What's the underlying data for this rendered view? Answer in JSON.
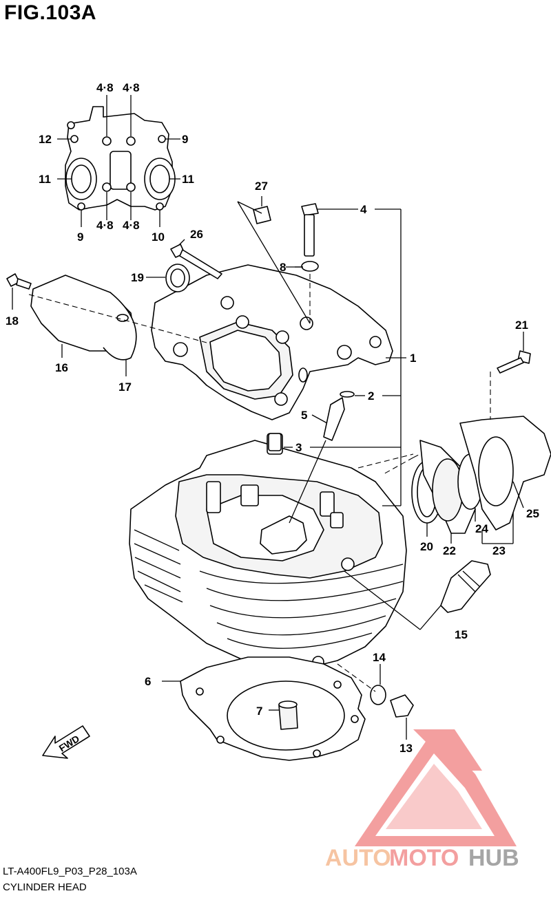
{
  "header": {
    "figure_title": "FIG.103A"
  },
  "footer": {
    "diagram_code": "LT-A400FL9_P03_P28_103A",
    "section_name": "CYLINDER HEAD"
  },
  "callouts": {
    "c1": "1",
    "c2": "2",
    "c3": "3",
    "c4": "4",
    "c5": "5",
    "c6": "6",
    "c7": "7",
    "c8": "8",
    "c9a": "9",
    "c9b": "9",
    "c10": "10",
    "c11a": "11",
    "c11b": "11",
    "c12": "12",
    "c13": "13",
    "c14": "14",
    "c15": "15",
    "c16": "16",
    "c17": "17",
    "c18": "18",
    "c19": "19",
    "c20": "20",
    "c21": "21",
    "c22": "22",
    "c23": "23",
    "c24": "24",
    "c25": "25",
    "c26": "26",
    "c27": "27",
    "c48a": "4·8",
    "c48b": "4·8",
    "c48c": "4·8",
    "c48d": "4·8"
  },
  "fwd_label": "FWD",
  "watermark": {
    "part1": "AUTO",
    "part2": "MOTO",
    "part3": "HUB",
    "color1": "#f4b183",
    "color2": "#f08080",
    "color3": "#888888"
  }
}
